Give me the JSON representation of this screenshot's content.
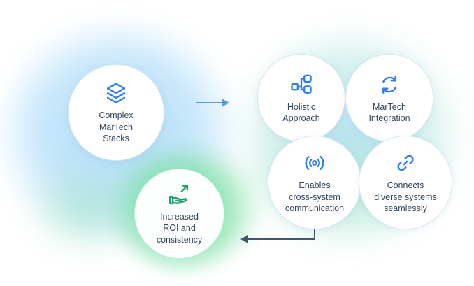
{
  "nodes": {
    "complex": {
      "label": "Complex\nMarTech\nStacks",
      "icon": "layers-icon"
    },
    "holistic": {
      "label": "Holistic\nApproach",
      "icon": "flow-nodes-icon"
    },
    "integration": {
      "label": "MarTech\nIntegration",
      "icon": "sync-arrows-icon"
    },
    "communication": {
      "label": "Enables\ncross-system\ncommunication",
      "icon": "broadcast-icon"
    },
    "connects": {
      "label": "Connects\ndiverse systems\nseamlessly",
      "icon": "chain-link-icon"
    },
    "roi": {
      "label": "Increased\nROI and\nconsistency",
      "icon": "hand-growth-icon"
    }
  },
  "colors": {
    "icon_blue": "#2e7cf0",
    "icon_green": "#21a06b",
    "arrow_blue": "#5b9bd8",
    "arrow_dark": "#45556a",
    "text": "#33475b",
    "circle_border": "#d5e7f2"
  }
}
